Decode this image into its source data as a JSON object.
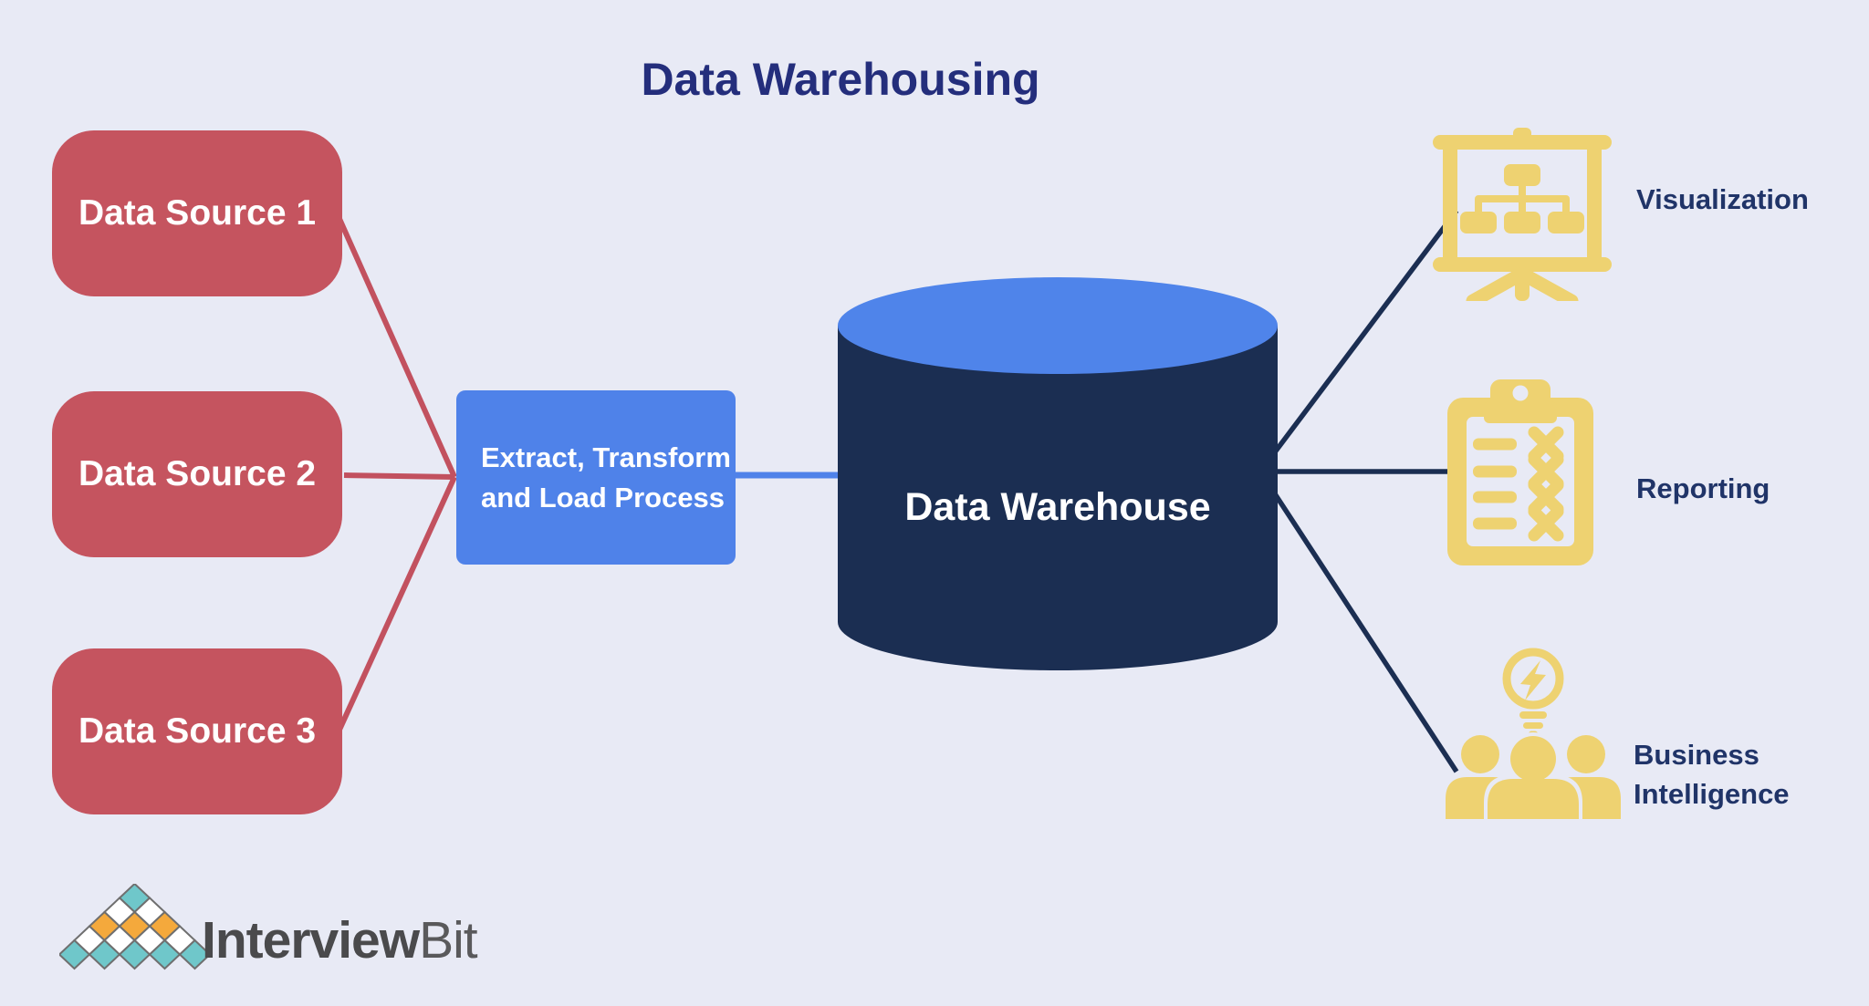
{
  "title": "Data Warehousing",
  "colors": {
    "background": "#e8eaf5",
    "source_box": "#c5545f",
    "source_line": "#c2515f",
    "etl_box": "#4f82e9",
    "etl_line": "#4f82e9",
    "cylinder_body": "#1b2e52",
    "cylinder_top": "#4f84ea",
    "output_line": "#1b2e52",
    "icon_yellow": "#eed271",
    "title_text": "#242e7c",
    "label_text": "#203468",
    "logo_teal": "#6fc7ca",
    "logo_orange": "#f4a93c",
    "logo_white": "#ffffff",
    "logo_outline": "#6f6f6f",
    "logo_text": "#4a4a4c"
  },
  "sources": [
    {
      "label": "Data Source 1"
    },
    {
      "label": "Data Source 2"
    },
    {
      "label": "Data Source 3"
    }
  ],
  "etl": {
    "label_line1": "Extract, Transform",
    "label_line2": "and Load Process"
  },
  "warehouse": {
    "label": "Data Warehouse"
  },
  "outputs": [
    {
      "label": "Visualization",
      "icon": "presentation-board-icon"
    },
    {
      "label": "Reporting",
      "icon": "report-clipboard-icon"
    },
    {
      "label": "Business Intelligence",
      "label_line1": "Business",
      "label_line2": "Intelligence",
      "icon": "team-idea-icon"
    }
  ],
  "logo": {
    "brand_bold": "Interview",
    "brand_light": "Bit",
    "pyramid_rows": [
      [
        "teal"
      ],
      [
        "white",
        "white"
      ],
      [
        "orange",
        "orange",
        "orange"
      ],
      [
        "white",
        "white",
        "white",
        "white"
      ],
      [
        "teal",
        "teal",
        "teal",
        "teal",
        "teal"
      ]
    ]
  }
}
